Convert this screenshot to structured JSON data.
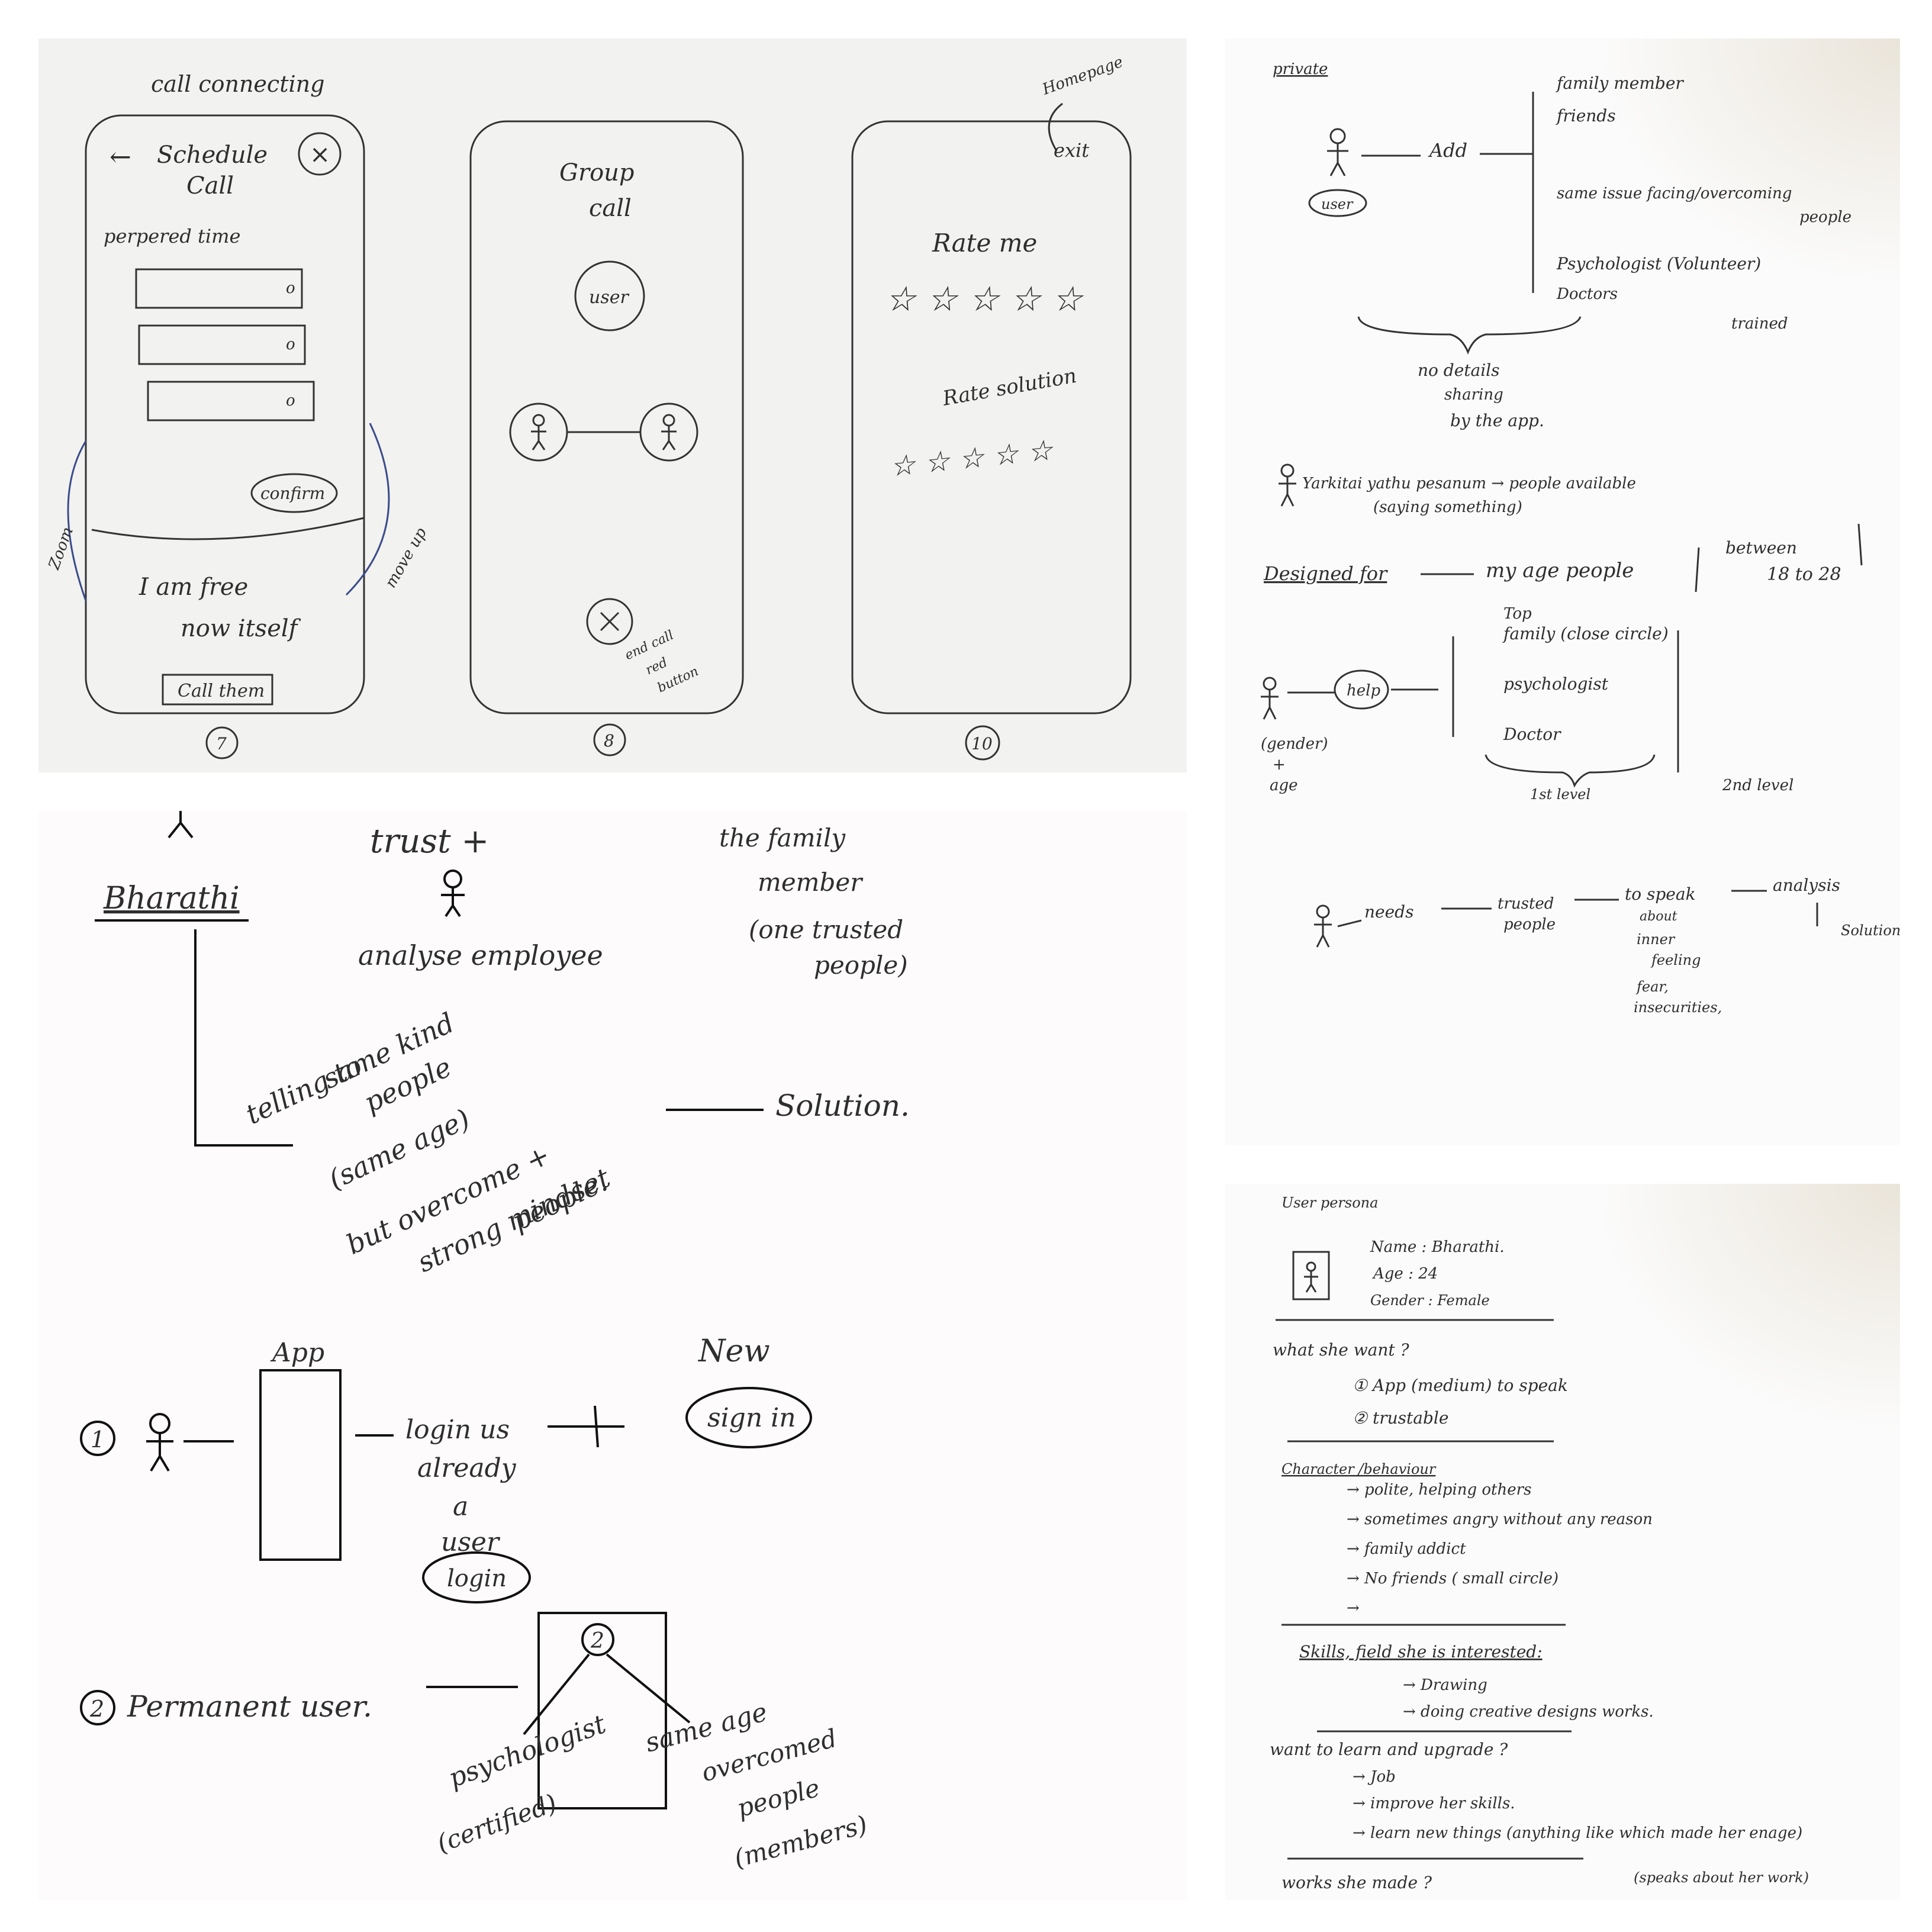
{
  "wireframes": {
    "call_connecting": "call connecting",
    "screen7": {
      "back_arrow": "←",
      "title_line1": "Schedule",
      "title_line2": "Call",
      "close": "×",
      "preferred_time": "perpered time",
      "slot_marker": "o",
      "confirm": "confirm",
      "free_line1": "I am free",
      "free_line2": "now itself",
      "call_them": "Call them",
      "zoom_note": "Zoom",
      "move_up_note": "move up",
      "number": "7"
    },
    "screen8": {
      "title_line1": "Group",
      "title_line2": "call",
      "user": "user",
      "end_call_note_1": "end call",
      "end_call_note_2": "red",
      "end_call_note_3": "button",
      "number": "8"
    },
    "screen10": {
      "homepage": "Homepage",
      "exit": "exit",
      "rate_me": "Rate me",
      "rate_solution": "Rate solution",
      "stars": "☆ ☆ ☆ ☆ ☆",
      "number": "10"
    }
  },
  "flow_notes": {
    "private": "private",
    "add": "Add",
    "user": "user",
    "targets": [
      "family member",
      "friends",
      "same issue facing/overcoming",
      "people",
      "Psychologist (Volunteer)",
      "Doctors",
      "trained"
    ],
    "no_details": [
      "no details",
      "sharing",
      "by the app."
    ],
    "saying_line": "Yarkitai yathu pesanum → people available",
    "saying_sub": "(saying something)",
    "designed_for": "Designed for",
    "my_age_people": "my age people",
    "between": "between",
    "age_range": "18 to 28",
    "help": "help",
    "gender_age": [
      "(gender)",
      "+",
      "age"
    ],
    "help_levels": [
      "Top",
      "family (close circle)",
      "psychologist",
      "Doctor"
    ],
    "first_level": "1st level",
    "second_level": "2nd level",
    "needs": "needs",
    "trusted": [
      "trusted",
      "people"
    ],
    "to_speak": "to speak",
    "about": "about",
    "inner_items": [
      "inner",
      "feeling",
      "fear,",
      "insecurities,"
    ],
    "analysis": "analysis",
    "solution": "Solution"
  },
  "mindmap": {
    "trust": "trust +",
    "analyse_employee": "analyse employee",
    "family_member": [
      "the family",
      "member",
      "(one trusted",
      "people)"
    ],
    "name": "Bharathi",
    "telling": [
      "telling to",
      "same kind",
      "people",
      "(same age)",
      "but overcome +",
      "strong mindset",
      "people."
    ],
    "solution": "Solution.",
    "app": "App",
    "step1_num": "1",
    "login_text": [
      "login us",
      "already",
      "a",
      "user"
    ],
    "login_btn": "login",
    "new": "New",
    "sign_in": "sign in",
    "step2_num": "2",
    "permanent_user": "Permanent user.",
    "box_num": "2",
    "psychologist": [
      "psychologist",
      "(certified)"
    ],
    "same_age": [
      "same age",
      "overcomed",
      "people",
      "(members)"
    ]
  },
  "persona": {
    "header": "User persona",
    "name": "Name : Bharathi.",
    "age": "Age : 24",
    "gender": "Gender : Female",
    "want_q": "what she want ?",
    "wants": [
      "① App (medium) to speak",
      "② trustable"
    ],
    "character_h": "Character /behaviour",
    "characters": [
      "→ polite, helping others",
      "→ sometimes angry without any reason",
      "→ family addict",
      "→ No friends ( small circle)",
      "→"
    ],
    "skills_h": "Skills, field she is interested:",
    "skills": [
      "→ Drawing",
      "→ doing creative designs works."
    ],
    "learn_h": "want to learn and upgrade ?",
    "learn": [
      "→ Job",
      "→ improve her skills.",
      "→ learn new things (anything like which made her enage)"
    ],
    "works_h": "works she made ?",
    "works": "(speaks about her work)"
  }
}
